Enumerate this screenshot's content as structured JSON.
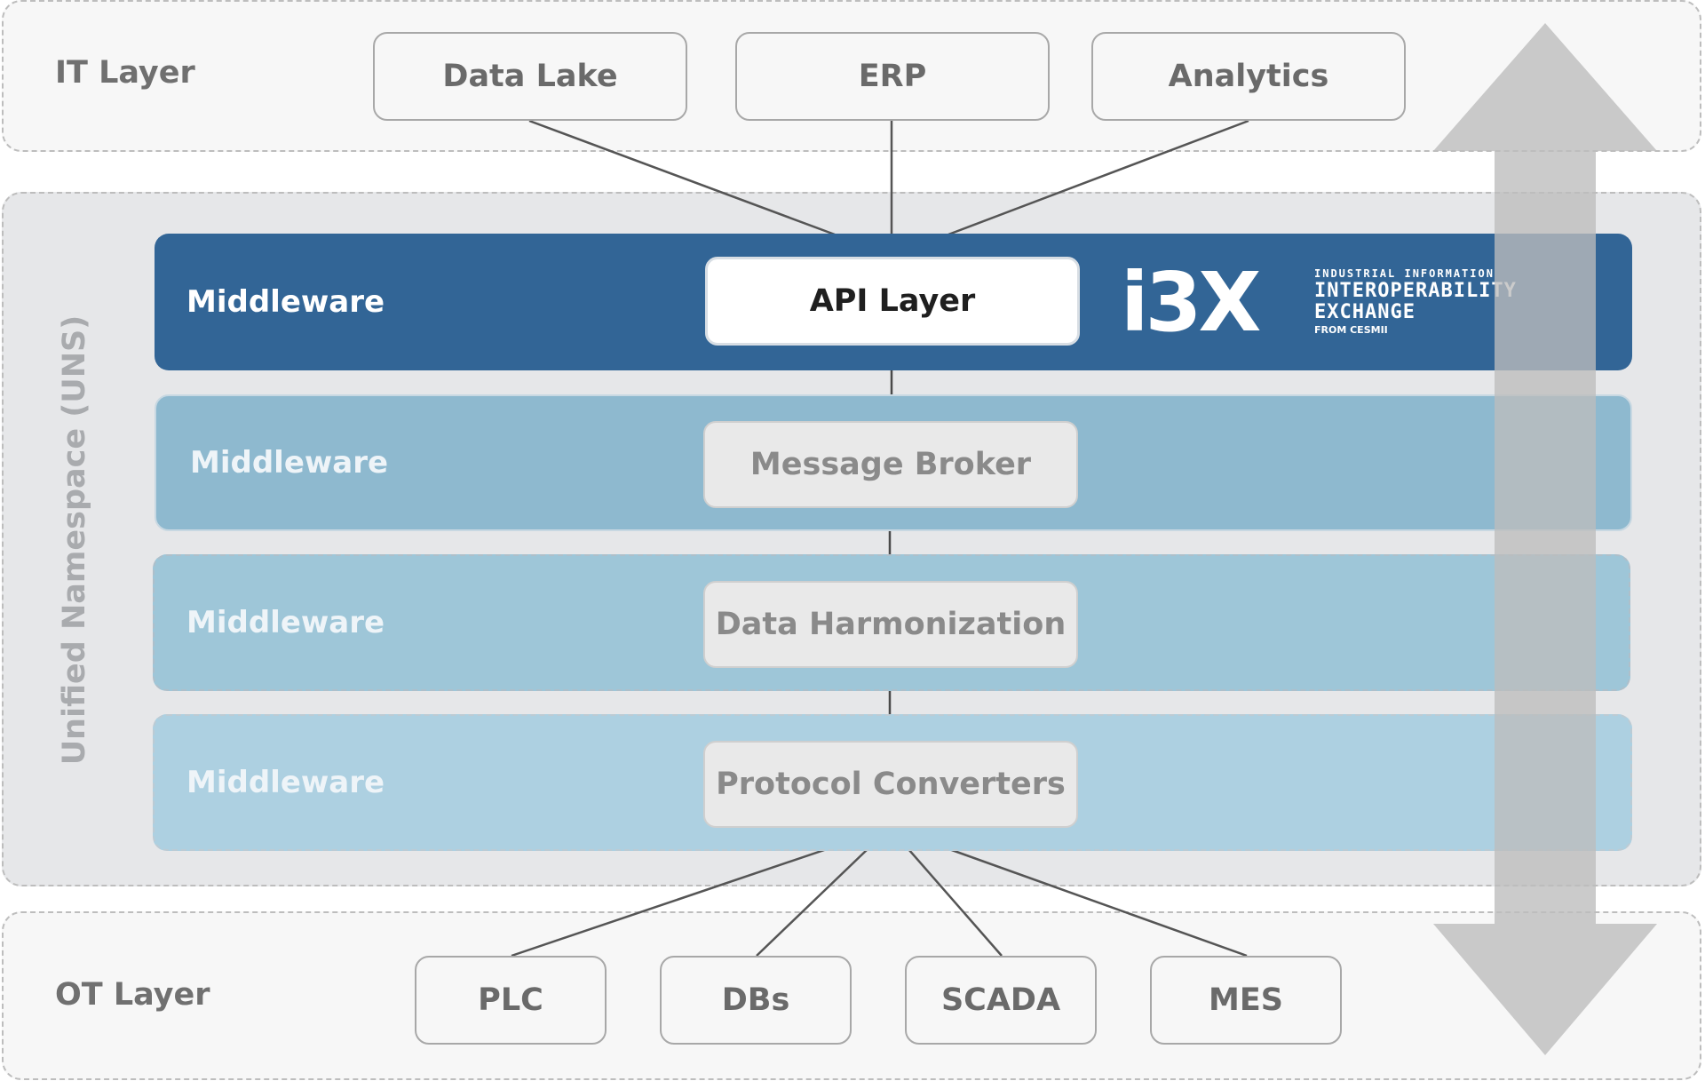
{
  "layers": {
    "it": {
      "label": "IT Layer",
      "nodes": [
        "Data Lake",
        "ERP",
        "Analytics"
      ]
    },
    "uns": {
      "label": "Unified Namespace (UNS)"
    },
    "ot": {
      "label": "OT Layer",
      "nodes": [
        "PLC",
        "DBs",
        "SCADA",
        "MES"
      ]
    }
  },
  "middleware": [
    {
      "label": "Middleware",
      "component": "API Layer"
    },
    {
      "label": "Middleware",
      "component": "Message Broker"
    },
    {
      "label": "Middleware",
      "component": "Data Harmonization"
    },
    {
      "label": "Middleware",
      "component": "Protocol Converters"
    }
  ],
  "logo": {
    "mark": "i3X",
    "line1": "INDUSTRIAL INFORMATION",
    "line2": "INTEROPERABILITY",
    "line3": "EXCHANGE",
    "line4": "FROM CESMII"
  },
  "colors": {
    "api_band": "#326596",
    "broker_band": "#8eb9cf",
    "harmonization_band": "#9ec6d8",
    "converters_band": "#add0e1",
    "arrow": "#bdbdbd"
  }
}
